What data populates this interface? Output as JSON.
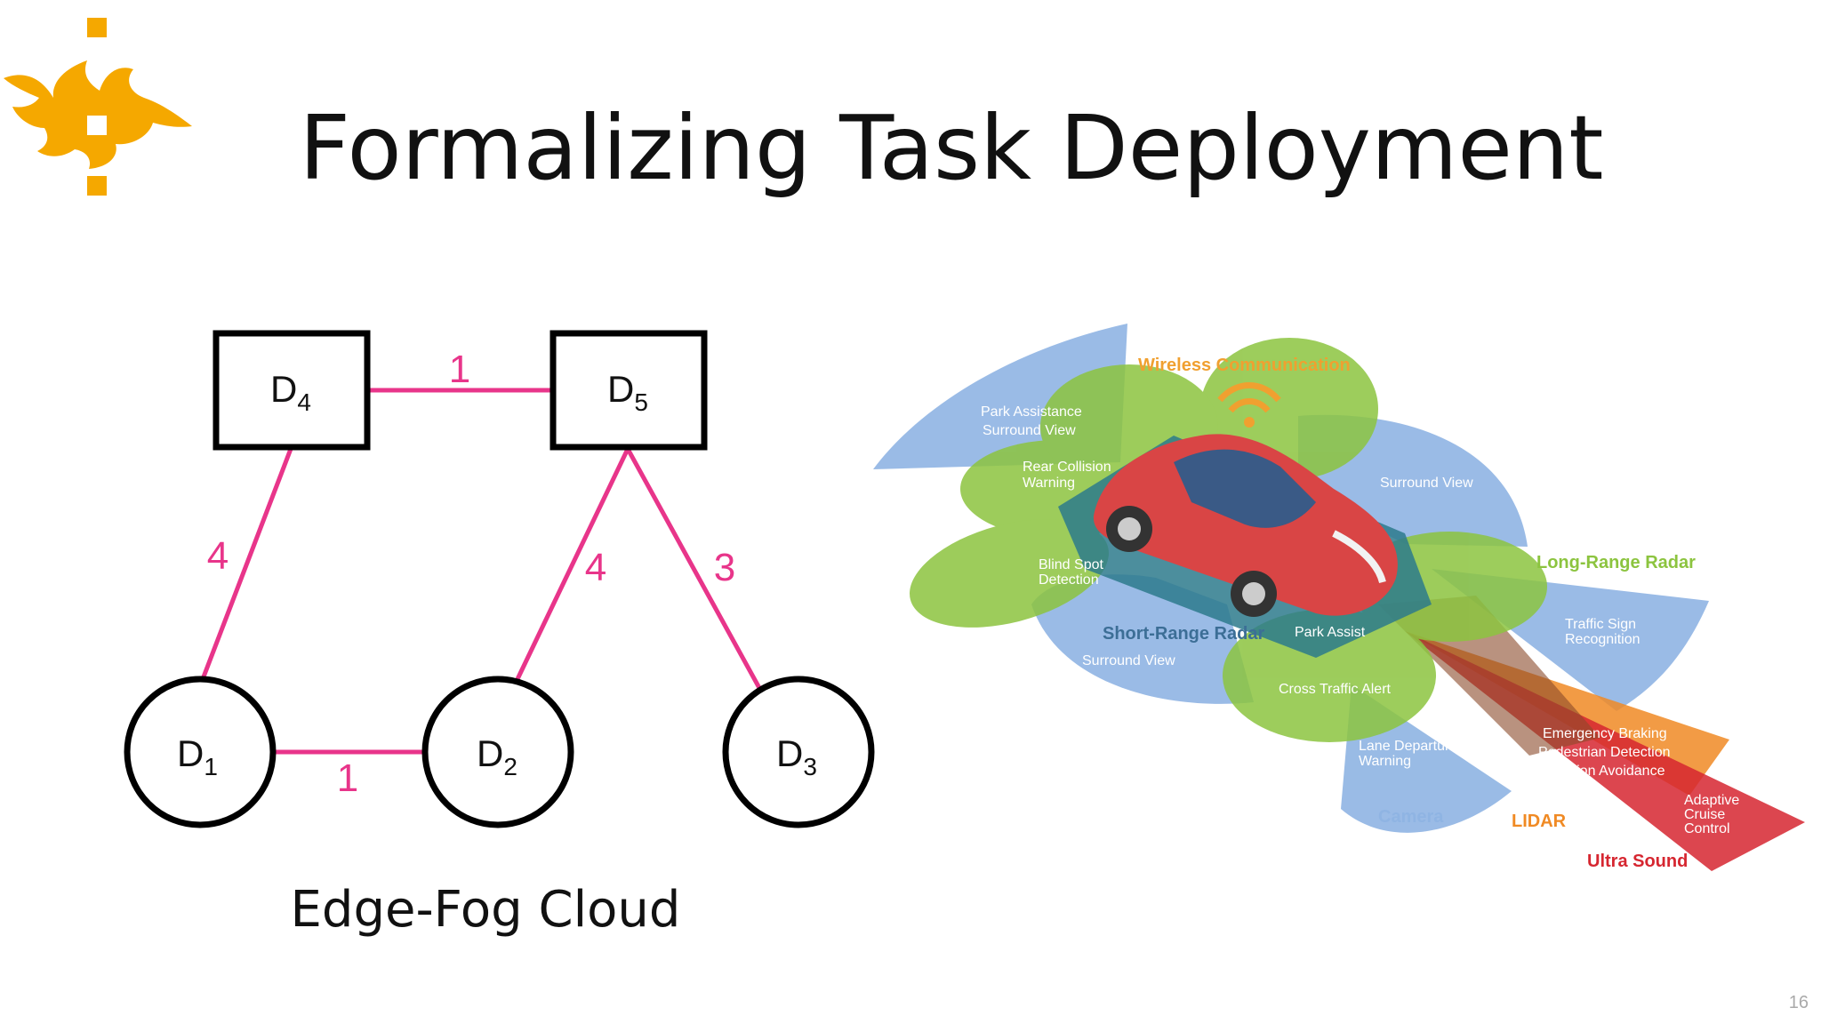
{
  "slide": {
    "title": "Formalizing Task Deployment",
    "page_number": "16"
  },
  "logo": {
    "name": "University of Helsinki flame logo"
  },
  "graph": {
    "caption": "Edge-Fog Cloud",
    "nodes": [
      {
        "id": "D4",
        "base": "D",
        "sub": "4",
        "shape": "square"
      },
      {
        "id": "D5",
        "base": "D",
        "sub": "5",
        "shape": "square"
      },
      {
        "id": "D1",
        "base": "D",
        "sub": "1",
        "shape": "circle"
      },
      {
        "id": "D2",
        "base": "D",
        "sub": "2",
        "shape": "circle"
      },
      {
        "id": "D3",
        "base": "D",
        "sub": "3",
        "shape": "circle"
      }
    ],
    "edges": [
      {
        "from": "D4",
        "to": "D5",
        "weight": "1"
      },
      {
        "from": "D4",
        "to": "D1",
        "weight": "4"
      },
      {
        "from": "D5",
        "to": "D2",
        "weight": "4"
      },
      {
        "from": "D5",
        "to": "D3",
        "weight": "3"
      },
      {
        "from": "D1",
        "to": "D2",
        "weight": "1"
      }
    ],
    "edge_color": "#e8358a"
  },
  "car_sensors": {
    "labels": {
      "wireless": "Wireless Communication",
      "park_assistance": "Park Assistance",
      "surround_view_a": "Surround View",
      "rear_collision": "Rear Collision",
      "warning": "Warning",
      "surround_view_b": "Surround View",
      "blind_spot": "Blind Spot",
      "detection": "Detection",
      "long_range_radar": "Long-Range Radar",
      "traffic_sign": "Traffic Sign",
      "recognition": "Recognition",
      "short_range_radar": "Short-Range Radar",
      "park_assist": "Park Assist",
      "surround_view_c": "Surround View",
      "cross_traffic": "Cross Traffic Alert",
      "emergency_braking": "Emergency Braking",
      "pedestrian_detection": "Pedestrian Detection",
      "collision_avoidance": "Collision Avoidance",
      "lane_departure": "Lane Departure",
      "lane_warning": "Warning",
      "adaptive": "Adaptive",
      "cruise": "Cruise",
      "control": "Control",
      "camera": "Camera",
      "lidar": "LIDAR",
      "ultra_sound": "Ultra Sound"
    },
    "colors": {
      "blue": "#8fb4e3",
      "green": "#8cc43f",
      "orange": "#f08a24",
      "red": "#d62630",
      "teal": "#2d7a8c",
      "wireless_text": "#f0a030",
      "car": "#d94545"
    }
  }
}
